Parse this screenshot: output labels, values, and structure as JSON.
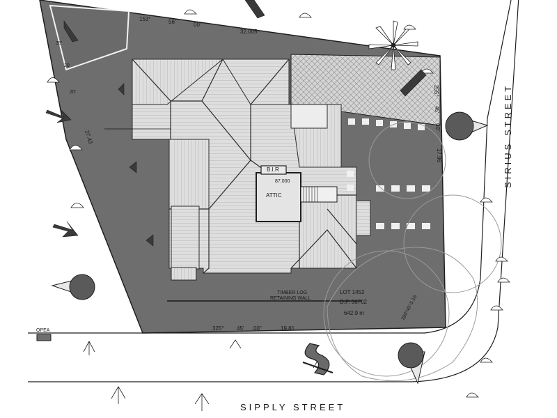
{
  "streets": {
    "east": "SIRIUS STREET",
    "south": "SIPPLY STREET"
  },
  "house": {
    "bir": "B.I.R",
    "attic": "ATTIC",
    "level": "87.000"
  },
  "lot": {
    "number": "LOT 1452",
    "dp": "D.P. 36702",
    "area": "642.9 m"
  },
  "wall": {
    "line1": "TIMBER LOG",
    "line2": "RETAINING WALL"
  },
  "bearings": {
    "north_deg": "153°",
    "north_min": "56'",
    "north_sec": "00\"",
    "north_len": "32.005",
    "south_deg": "325°",
    "south_min": "45'",
    "south_sec": "00\"",
    "south_len": "19.81",
    "east_deg": "255°",
    "east_min": "45'",
    "east_sec": "00\"",
    "east_len": "17.96",
    "west_len": "27.43",
    "corner_arc": "280°40'-5.16",
    "small_a": "35'",
    "small_b": "20",
    "small_c": "20'"
  },
  "legend": {
    "code": "OPEA"
  },
  "colors": {
    "yard": "#6e6e6e",
    "roof": "#dcdcdc",
    "driveway": "#d6d6d6",
    "line": "#1e1e1e"
  },
  "icons": {
    "north_arrow": "s-north-arrow-icon",
    "tree": "tree-symbol-icon",
    "shrub": "shrub-symbol-icon",
    "arrow": "flow-arrow-icon"
  }
}
